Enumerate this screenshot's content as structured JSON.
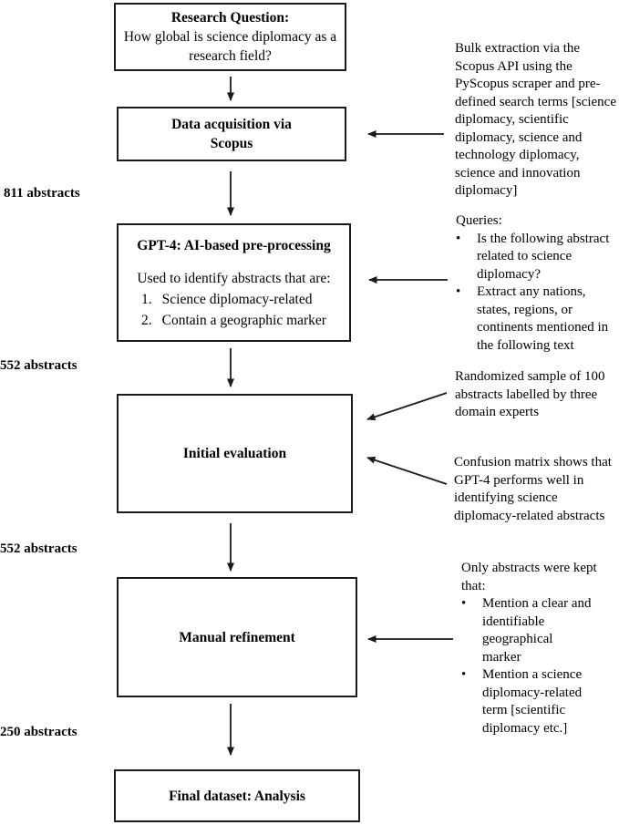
{
  "flowchart": {
    "boxes": [
      {
        "title": "Research Question:",
        "subtitle": "How global is science diplomacy as a research field?"
      },
      {
        "title": "Data acquisition via Scopus"
      },
      {
        "title": "GPT-4: AI-based pre-processing",
        "lead": "Used to identify abstracts that are:",
        "items": [
          {
            "n": "1.",
            "text": "Science diplomacy-related"
          },
          {
            "n": "2.",
            "text": "Contain a geographic marker"
          }
        ]
      },
      {
        "title": "Initial evaluation"
      },
      {
        "title": "Manual refinement"
      },
      {
        "title": "Final dataset: Analysis"
      }
    ],
    "count_labels": [
      "811 abstracts",
      "552 abstracts",
      "552 abstracts",
      "250 abstracts"
    ]
  },
  "annotations": [
    {
      "text": "Bulk extraction via the Scopus API using the PyScopus scraper and pre-defined search terms [science diplomacy, scientific diplomacy, science and technology diplomacy, science and innovation diplomacy]"
    },
    {
      "heading": "Queries:",
      "bullets": [
        "Is the following abstract related to science diplomacy?",
        "Extract any nations, states, regions, or continents mentioned in the following text"
      ]
    },
    {
      "text": "Randomized sample of 100 abstracts labelled by three domain experts"
    },
    {
      "text": "Confusion matrix shows that GPT-4 performs well in identifying science diplomacy-related abstracts"
    },
    {
      "heading": "Only abstracts were kept that:",
      "bullets": [
        "Mention a clear and identifiable geographical marker",
        "Mention a science diplomacy-related term [scientific diplomacy etc.]"
      ]
    }
  ],
  "ui": {
    "bullet_glyph": "•"
  },
  "colors": {
    "line": "#1a1a1a",
    "text": "#000000",
    "background": "#ffffff"
  }
}
